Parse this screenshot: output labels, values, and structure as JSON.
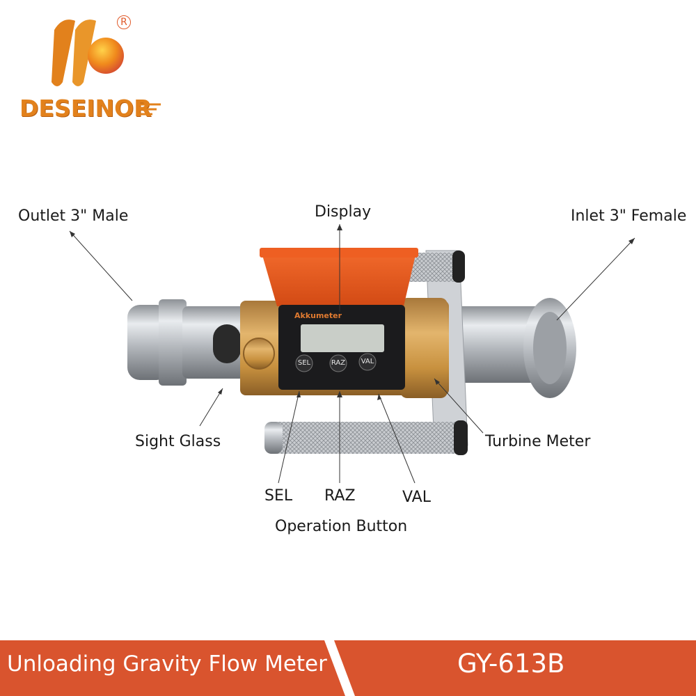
{
  "logo": {
    "wordmark": "DESEINOR",
    "registered": "R",
    "primary_color": "#e2811c",
    "accent_color": "#d9542e"
  },
  "device": {
    "brand_label": "Akkumeter",
    "buttons": [
      "SEL",
      "RAZ",
      "VAL"
    ]
  },
  "labels": {
    "outlet": "Outlet 3\" Male",
    "display": "Display",
    "inlet": "Inlet 3\" Female",
    "sight_glass": "Sight Glass",
    "turbine_meter": "Turbine Meter",
    "sel": "SEL",
    "raz": "RAZ",
    "val": "VAL",
    "operation_button": "Operation Button"
  },
  "footer": {
    "title": "Unloading Gravity Flow Meter",
    "model": "GY-613B",
    "background": "#d9542e"
  }
}
